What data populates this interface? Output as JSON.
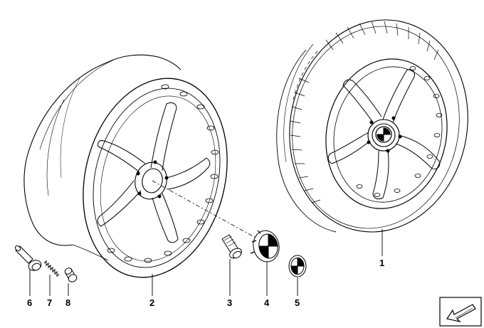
{
  "part_labels": {
    "p1": "1",
    "p2": "2",
    "p3": "3",
    "p4": "4",
    "p5": "5",
    "p6": "6",
    "p7": "7",
    "p8": "8"
  },
  "icons": {
    "corner": "arrow-view-icon"
  },
  "colors": {
    "ink": "#000000",
    "background": "#ffffff"
  }
}
